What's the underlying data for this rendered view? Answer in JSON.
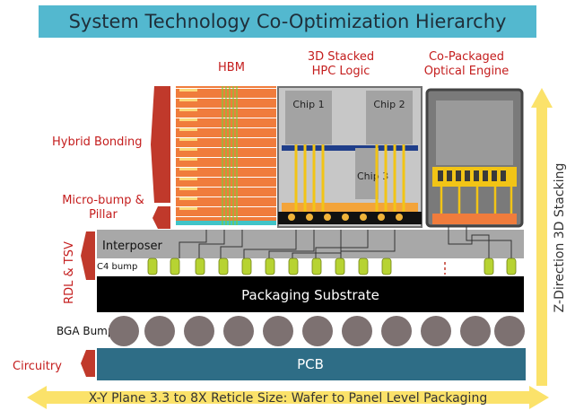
{
  "title": "System Technology Co-Optimization Hierarchy",
  "labels": {
    "hbm": "HBM",
    "hpc_logic_line1": "3D Stacked",
    "hpc_logic_line2": "HPC Logic",
    "optical_line1": "Co-Packaged",
    "optical_line2": "Optical Engine",
    "hybrid_bonding": "Hybrid Bonding",
    "micro_bump_line1": "Micro-bump &",
    "micro_bump_line2": "Pillar",
    "rdl_tsv": "RDL & TSV",
    "circuitry": "Circuitry",
    "interposer": "Interposer",
    "c4_bump": "C4 bump",
    "packaging_substrate": "Packaging Substrate",
    "bga_bump": "BGA Bump",
    "pcb": "PCB",
    "z_direction": "Z-Direction 3D Stacking",
    "xy_plane": "X-Y Plane 3.3 to 8X Reticle Size: Wafer to Panel Level Packaging",
    "chip1": "Chip 1",
    "chip2": "Chip 2",
    "chip3": "Chip 3"
  },
  "colors": {
    "title_bar": "#53b8cf",
    "red_arrow": "#c0392b",
    "yellow_arrow": "#fbe26a",
    "hbm_orange": "#f07c3c",
    "interposer_gray": "#a8a8a8",
    "substrate": "#000000",
    "bga_ball": "#7d7171",
    "pcb": "#2e6d86",
    "bump_green": "#b7d332"
  }
}
